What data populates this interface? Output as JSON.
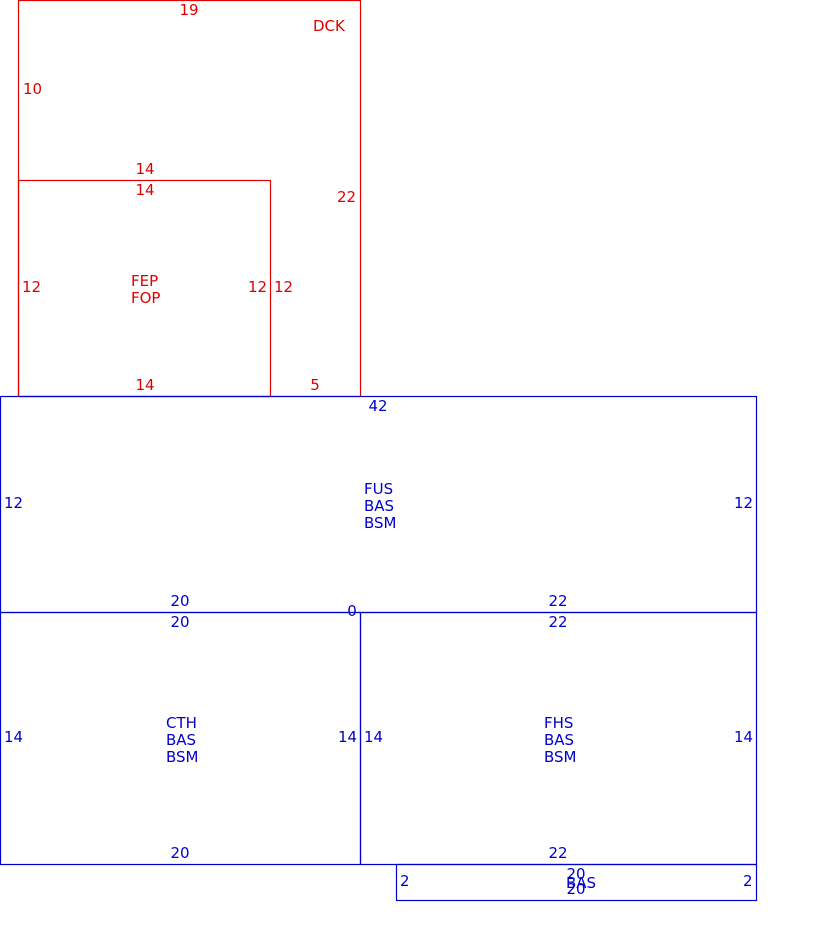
{
  "colors": {
    "upper": "#e00000",
    "main": "#0000cc",
    "background": "#ffffff"
  },
  "areas": {
    "dck": {
      "codes": [
        "DCK"
      ],
      "dims": {
        "top": "19",
        "left": "10",
        "right": "22",
        "bottom": "5"
      }
    },
    "fep": {
      "codes": [
        "FEP",
        "FOP"
      ],
      "dims": {
        "top_outer": "14",
        "top_inner": "14",
        "left": "12",
        "right_inner": "12",
        "right_outer": "12",
        "bottom": "14"
      }
    },
    "fus": {
      "codes": [
        "FUS",
        "BAS",
        "BSM"
      ],
      "dims": {
        "top": "42",
        "left": "12",
        "right": "12",
        "bottom_left": "20",
        "bottom_zero": "0",
        "bottom_right": "22"
      }
    },
    "cth": {
      "codes": [
        "CTH",
        "BAS",
        "BSM"
      ],
      "dims": {
        "top": "20",
        "left": "14",
        "right": "14",
        "bottom": "20"
      }
    },
    "fhs": {
      "codes": [
        "FHS",
        "BAS",
        "BSM"
      ],
      "dims": {
        "top": "22",
        "left": "14",
        "right": "14",
        "bottom": "22"
      }
    },
    "bas_strip": {
      "codes": [
        "BAS"
      ],
      "dims": {
        "top": "20",
        "bottom": "20",
        "left": "2",
        "right": "2"
      }
    }
  }
}
